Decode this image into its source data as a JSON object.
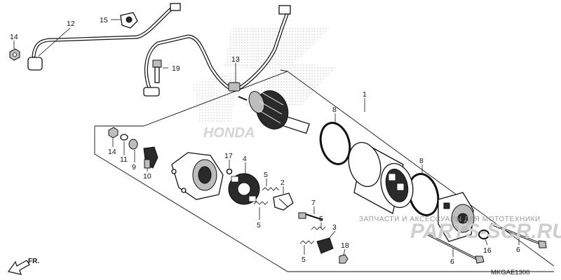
{
  "callouts": {
    "c14a": "14",
    "c12": "12",
    "c15": "15",
    "c19": "19",
    "c13": "13",
    "c1": "1",
    "c8a": "8",
    "c8b": "8",
    "c14b": "14",
    "c11": "11",
    "c9": "9",
    "c10": "10",
    "c17": "17",
    "c4": "4",
    "c5a": "5",
    "c2": "2",
    "c5b": "5",
    "c7": "7",
    "c5c": "5",
    "c3": "3",
    "c18": "18",
    "c5d": "5",
    "c6a": "6",
    "c16": "16",
    "c6b": "6"
  },
  "watermark": {
    "text": "ЗАПЧАСТИ И АКСЕССУАРЫ ДЛЯ МОТОТЕХНИКИ",
    "brand": "PARTS-SCR.RU"
  },
  "orientation_label": "FR.",
  "diagram_code": "MKGAE1300",
  "logo_letters": "HONDA"
}
